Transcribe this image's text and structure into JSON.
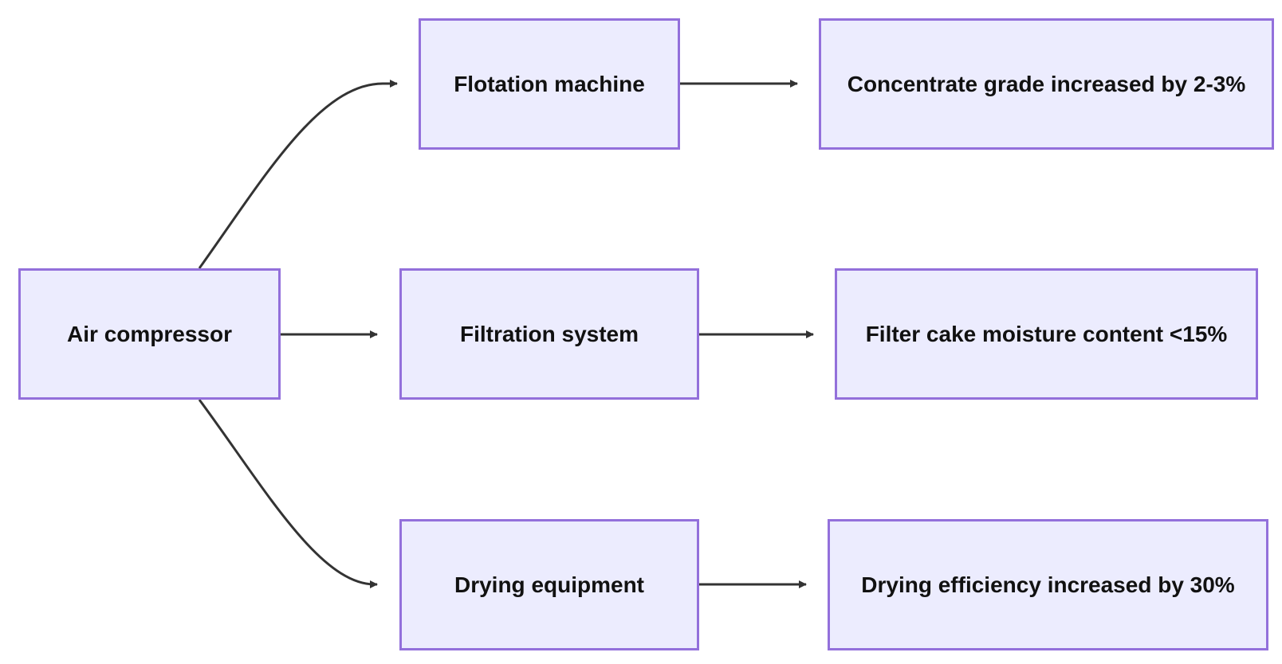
{
  "nodes": {
    "air_compressor": "Air compressor",
    "flotation_machine": "Flotation machine",
    "filtration_system": "Filtration system",
    "drying_equipment": "Drying equipment",
    "concentrate_grade": "Concentrate grade increased by 2-3%",
    "filter_cake": "Filter cake moisture content <15%",
    "drying_efficiency": "Drying efficiency increased by 30%"
  },
  "colors": {
    "node_fill": "#ececfe",
    "node_border": "#9370db",
    "edge": "#333333",
    "text": "#111111"
  }
}
